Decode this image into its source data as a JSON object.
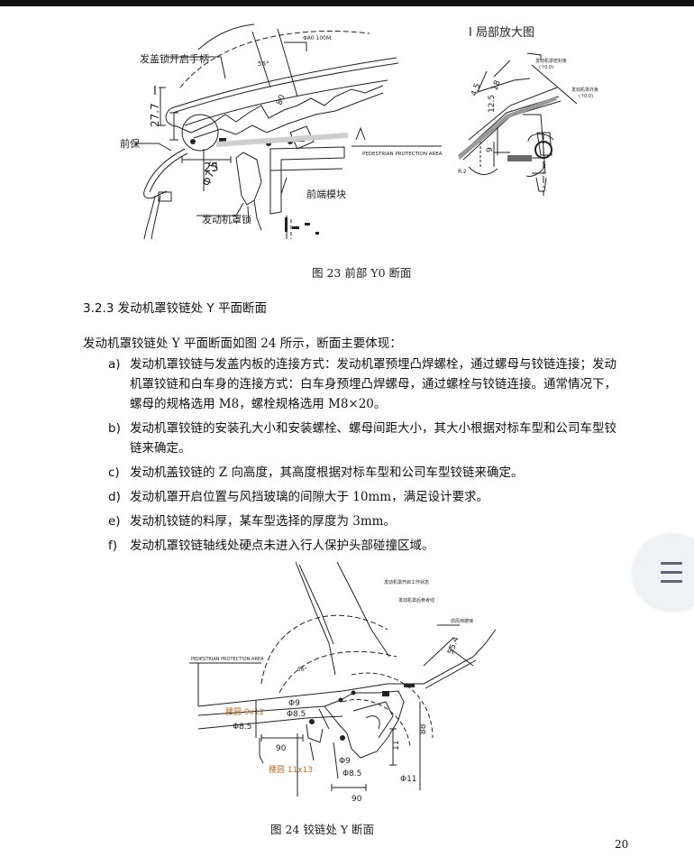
{
  "figure23": {
    "caption": "图 23 前部 Y0 断面",
    "labels": {
      "hood_release_handle": "发盖锁开启手柄",
      "front_bumper": "前保",
      "marker_i": "I",
      "dim_27_7": "27.7",
      "dim_25": "25",
      "dim_phi7_5": "Φ7.5",
      "hood_lock": "发动机罩锁",
      "front_end_module": "前端模块",
      "pedestrian_area": "PEDESTRIAN PROTECTION AREA",
      "dim_phi40": "ΦA0 100M",
      "angle_56": "56°",
      "dim_80": "80"
    }
  },
  "detail_i": {
    "title": "I 局部放大图",
    "dim_4_5": "4.5",
    "dim_18": "18",
    "dim_12_5": "12.5",
    "dim_9": "9",
    "dim_r2": "R.2",
    "label_seal": "发动机罩密封条",
    "label_seal_sub": "(↑0.0)",
    "label_ref": "发动机罩外板",
    "label_ref_sub": "(↑0.0)"
  },
  "section": {
    "heading": "3.2.3 发动机罩铰链处 Y 平面断面",
    "intro": "发动机罩铰链处 Y 平面断面如图 24 所示，断面主要体现：",
    "items": [
      {
        "marker": "a)",
        "text": "发动机罩铰链与发盖内板的连接方式：发动机罩预埋凸焊螺栓，通过螺母与铰链连接；发动机罩铰链和白车身的连接方式：白车身预埋凸焊螺母，通过螺栓与铰链连接。通常情况下，螺母的规格选用 M8，螺栓规格选用 M8×20。"
      },
      {
        "marker": "b)",
        "text": "发动机罩铰链的安装孔大小和安装螺栓、螺母间距大小，其大小根据对标车型和公司车型铰链来确定。"
      },
      {
        "marker": "c)",
        "text": "发动机盖铰链的 Z 向高度，其高度根据对标车型和公司车型铰链来确定。"
      },
      {
        "marker": "d)",
        "text": "发动机罩开启位置与风挡玻璃的间隙大于 10mm，满足设计要求。"
      },
      {
        "marker": "e)",
        "text": "发动机铰链的料厚，某车型选择的厚度为 3mm。"
      },
      {
        "marker": "f)",
        "text": "发动机罩铰链轴线处硬点未进入行人保护头部碰撞区域。"
      }
    ]
  },
  "figure24": {
    "caption": "图 24 铰链处 Y 断面",
    "labels": {
      "pedestrian_area": "PEDESTRIAN PROTECTION AREA",
      "open_state": "发动机罩开启工作状态",
      "rear_ref_line": "发动机罩后参考线",
      "windshield": "前风挡玻璃",
      "angle_56": "56°",
      "dim_55_4": "55.4",
      "phi9_top": "Φ9",
      "phi8_5_top": "Φ8.5",
      "slot_top": "腰圆 9x12",
      "phi8_5_left": "Φ8.5",
      "dim_90_upper": "90",
      "phi9_mid": "Φ9",
      "phi8_5_mid": "Φ8.5",
      "slot_bottom": "腰圆 11x13",
      "phi11": "Φ11",
      "dim_90_lower": "90",
      "dim_88": "88",
      "dim_11": "11"
    }
  },
  "page": {
    "number": "20"
  },
  "colors": {
    "accent_orange": "#b8732e",
    "line": "#222222",
    "side_button_bg": "#eef2f5"
  },
  "icons": {
    "side_menu": "hamburger-menu-icon"
  }
}
